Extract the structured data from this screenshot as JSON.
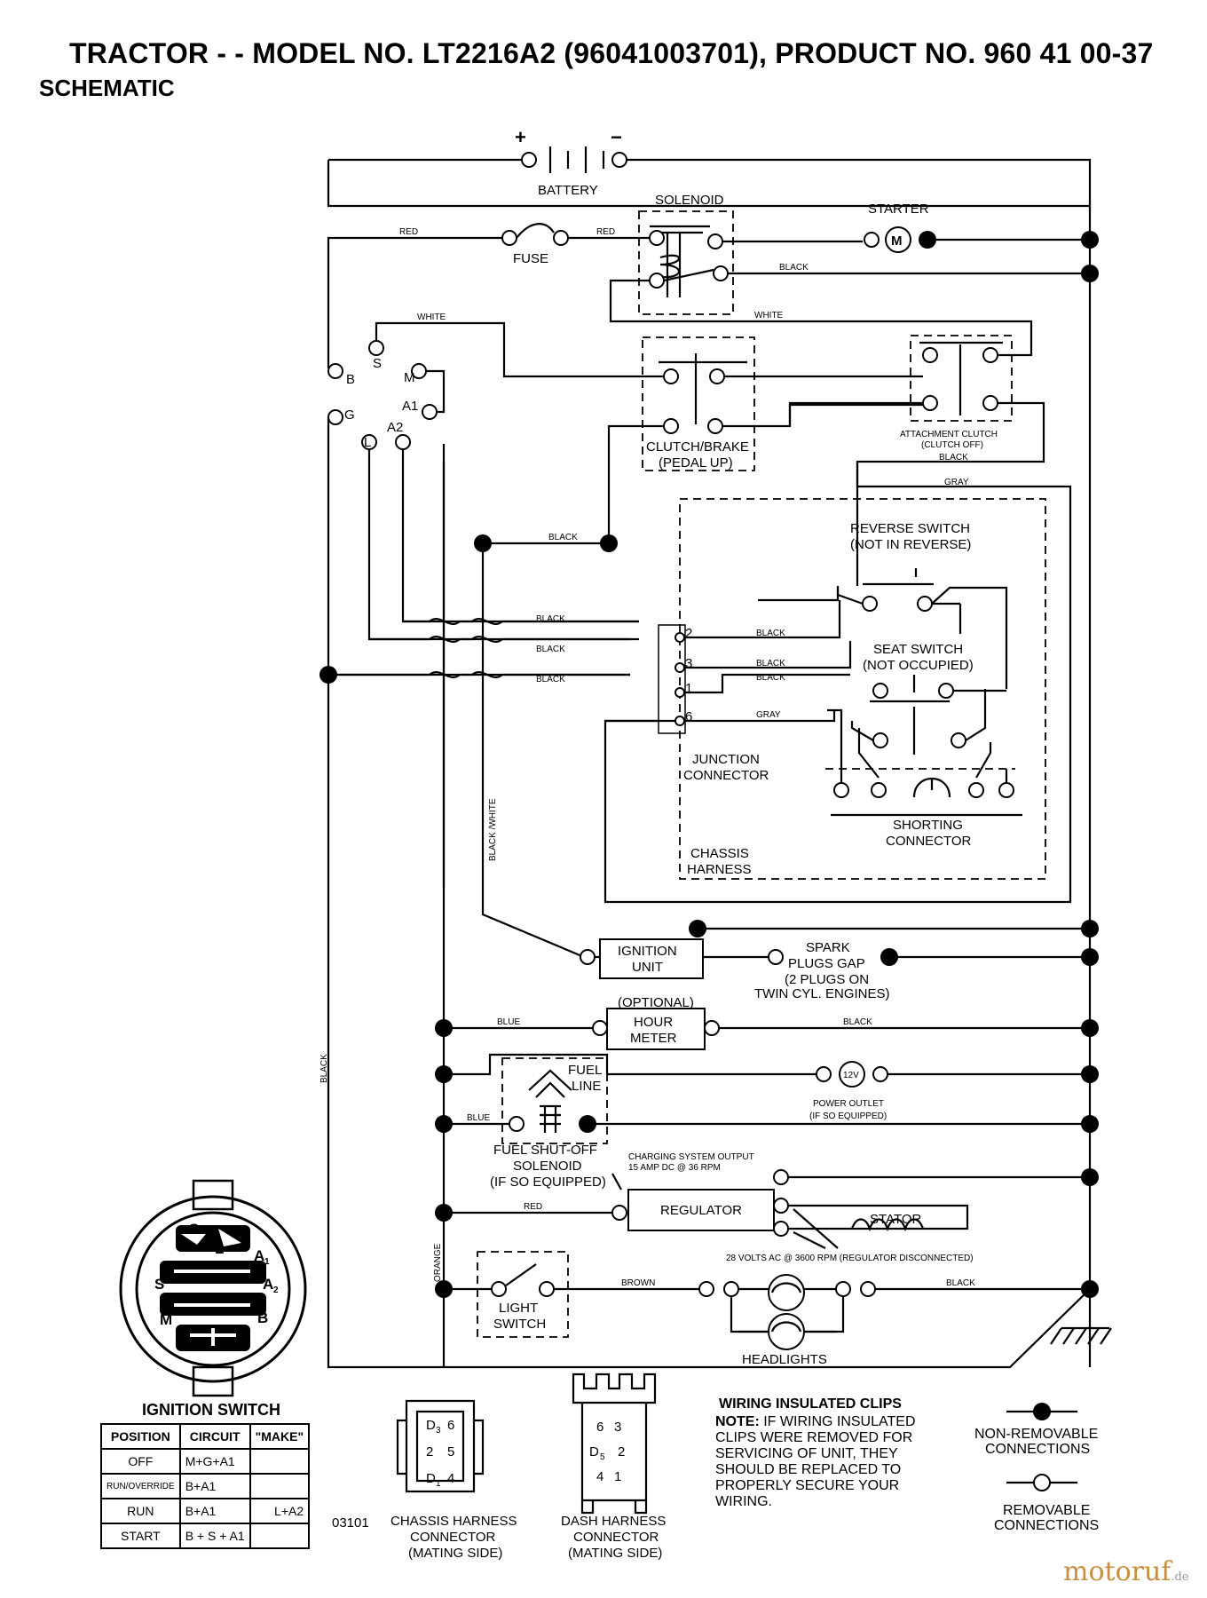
{
  "title": "TRACTOR - - MODEL NO. LT2216A2 (96041003701), PRODUCT NO. 960 41 00-37",
  "subtitle": "SCHEMATIC",
  "labels": {
    "battery": "BATTERY",
    "plus": "+",
    "minus": "−",
    "solenoid": "SOLENOID",
    "starter": "STARTER",
    "motor": "M",
    "fuse": "FUSE",
    "clutch_brake_1": "CLUTCH/BRAKE",
    "clutch_brake_2": "(PEDAL UP)",
    "attachment_clutch_1": "ATTACHMENT CLUTCH",
    "attachment_clutch_2": "(CLUTCH OFF)",
    "reverse_switch_1": "REVERSE SWITCH",
    "reverse_switch_2": "(NOT IN REVERSE)",
    "seat_switch_1": "SEAT SWITCH",
    "seat_switch_2": "(NOT OCCUPIED)",
    "junction_1": "JUNCTION",
    "junction_2": "CONNECTOR",
    "shorting_1": "SHORTING",
    "shorting_2": "CONNECTOR",
    "chassis_1": "CHASSIS",
    "chassis_2": "HARNESS",
    "ignition_unit_1": "IGNITION",
    "ignition_unit_2": "UNIT",
    "spark_1": "SPARK",
    "spark_2": "PLUGS GAP",
    "spark_3": "(2 PLUGS ON",
    "spark_4": "TWIN CYL. ENGINES)",
    "optional": "(OPTIONAL)",
    "hour_1": "HOUR",
    "hour_2": "METER",
    "fuel_1": "FUEL",
    "fuel_2": "LINE",
    "power_outlet_1": "POWER OUTLET",
    "power_outlet_2": "(IF SO EQUIPPED)",
    "volts12": "12V",
    "fuel_sol_1": "FUEL SHUT-OFF",
    "fuel_sol_2": "SOLENOID",
    "fuel_sol_3": "(IF SO EQUIPPED)",
    "charging_1": "CHARGING SYSTEM OUTPUT",
    "charging_2": "15 AMP DC @ 36 RPM",
    "regulator": "REGULATOR",
    "stator": "STATOR",
    "ac_note": "28 VOLTS AC @ 3600 RPM (REGULATOR DISCONNECTED)",
    "light_1": "LIGHT",
    "light_2": "SWITCH",
    "headlights": "HEADLIGHTS",
    "pin_s": "S",
    "pin_b": "B",
    "pin_m": "M",
    "pin_g": "G",
    "pin_a1": "A1",
    "pin_l": "L",
    "pin_a2": "A2",
    "jc_2": "2",
    "jc_3": "3",
    "jc_1": "1",
    "jc_6": "6",
    "ign_g": "G",
    "ign_l": "L",
    "ign_a1": "A",
    "ign_a1_sub": "1",
    "ign_s": "S",
    "ign_a2": "A",
    "ign_a2_sub": "2",
    "ign_m": "M",
    "ign_b": "B",
    "d3": "D",
    "d3s": "3",
    "d6": "6",
    "d2": "2",
    "d5": "5",
    "d1": "D",
    "d1s": "1",
    "d4": "4",
    "dh6": "6",
    "dh3": "3",
    "dhD": "D",
    "dh5": "5",
    "dh2": "2",
    "dh4": "4",
    "dh1": "1"
  },
  "wires": {
    "red": "RED",
    "black": "BLACK",
    "white": "WHITE",
    "gray": "GRAY",
    "blue": "BLUE",
    "orange": "ORANGE",
    "brown": "BROWN",
    "black_white": "BLACK /WHITE"
  },
  "ignition_switch": {
    "title": "IGNITION SWITCH",
    "headers": [
      "POSITION",
      "CIRCUIT",
      "\"MAKE\""
    ],
    "rows": [
      {
        "position": "OFF",
        "circuit": "M+G+A1",
        "make": ""
      },
      {
        "position": "RUN/OVERRIDE",
        "circuit": "B+A1",
        "make": ""
      },
      {
        "position": "RUN",
        "circuit": "B+A1",
        "make": "L+A2"
      },
      {
        "position": "START",
        "circuit": "B + S + A1",
        "make": ""
      }
    ]
  },
  "code": "03101",
  "connectors": {
    "chassis_1": "CHASSIS HARNESS",
    "chassis_2": "CONNECTOR",
    "chassis_3": "(MATING SIDE)",
    "dash_1": "DASH HARNESS",
    "dash_2": "CONNECTOR",
    "dash_3": "(MATING SIDE)"
  },
  "note": {
    "title": "WIRING INSULATED CLIPS",
    "prefix": "NOTE:",
    "line1": " IF WIRING INSULATED",
    "line2": "CLIPS WERE REMOVED FOR",
    "line3": "SERVICING OF UNIT, THEY",
    "line4": "SHOULD BE REPLACED TO",
    "line5": "PROPERLY SECURE YOUR",
    "line6": "WIRING."
  },
  "legend": {
    "nonremovable_1": "NON-REMOVABLE",
    "nonremovable_2": "CONNECTIONS",
    "removable_1": "REMOVABLE",
    "removable_2": "CONNECTIONS"
  },
  "watermark": {
    "brand": "motoruf",
    "tld": ".de"
  }
}
